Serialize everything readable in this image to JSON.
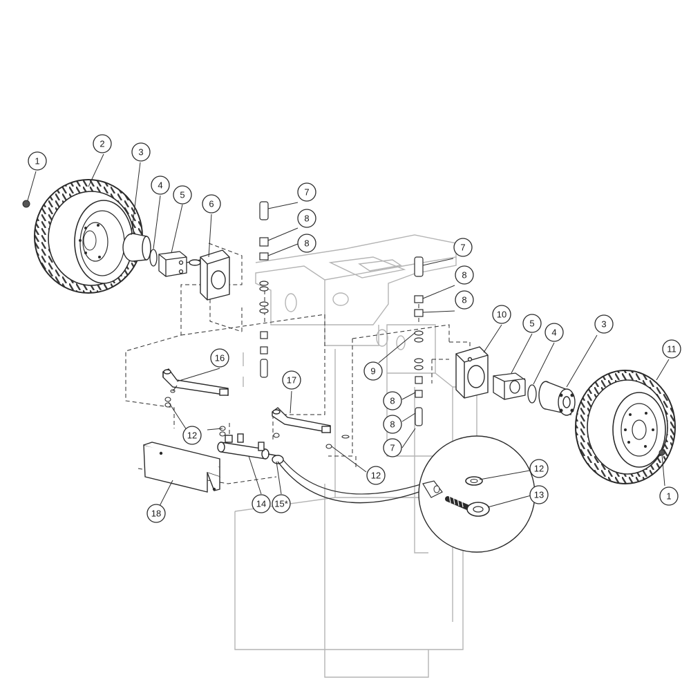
{
  "diagram": {
    "callouts": [
      {
        "id": "c1a",
        "label": "1"
      },
      {
        "id": "c2",
        "label": "2"
      },
      {
        "id": "c3a",
        "label": "3"
      },
      {
        "id": "c4a",
        "label": "4"
      },
      {
        "id": "c5a",
        "label": "5"
      },
      {
        "id": "c6",
        "label": "6"
      },
      {
        "id": "c7a",
        "label": "7"
      },
      {
        "id": "c8a",
        "label": "8"
      },
      {
        "id": "c8b",
        "label": "8"
      },
      {
        "id": "c7b",
        "label": "7"
      },
      {
        "id": "c8c",
        "label": "8"
      },
      {
        "id": "c8d",
        "label": "8"
      },
      {
        "id": "c10",
        "label": "10"
      },
      {
        "id": "c5b",
        "label": "5"
      },
      {
        "id": "c4b",
        "label": "4"
      },
      {
        "id": "c3b",
        "label": "3"
      },
      {
        "id": "c11",
        "label": "11"
      },
      {
        "id": "c9",
        "label": "9"
      },
      {
        "id": "c16",
        "label": "16"
      },
      {
        "id": "c17",
        "label": "17"
      },
      {
        "id": "c8e",
        "label": "8"
      },
      {
        "id": "c8f",
        "label": "8"
      },
      {
        "id": "c7c",
        "label": "7"
      },
      {
        "id": "c12a",
        "label": "12"
      },
      {
        "id": "c12b",
        "label": "12"
      },
      {
        "id": "c12c",
        "label": "12"
      },
      {
        "id": "c13",
        "label": "13"
      },
      {
        "id": "c1b",
        "label": "1"
      },
      {
        "id": "c14",
        "label": "14"
      },
      {
        "id": "c15",
        "label": "15*"
      },
      {
        "id": "c18",
        "label": "18"
      }
    ],
    "colors": {
      "line": "#2a2a2a",
      "frame": "#b4b4b4",
      "tire": "#3a3a3a",
      "fill": "#ffffff"
    }
  }
}
